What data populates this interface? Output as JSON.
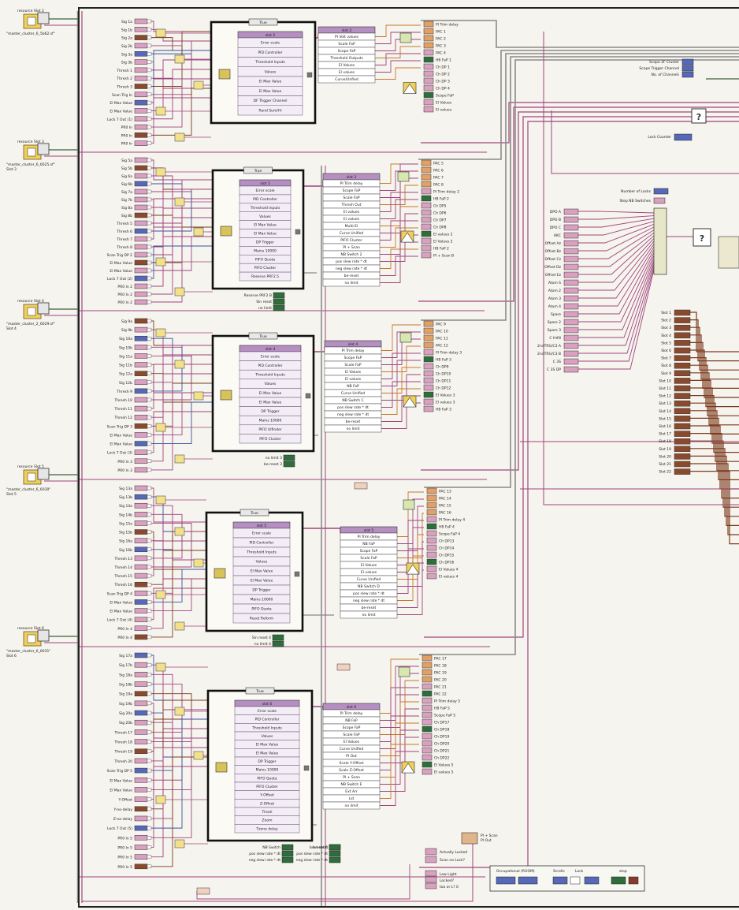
{
  "colors": {
    "background": "#f6f4ee",
    "wire_pink": "#a0457e",
    "wire_green": "#5a7a5a",
    "wire_blue": "#3a4fa0",
    "wire_orange": "#c7782e",
    "wire_brown": "#7a3b1e",
    "wire_gray": "#8a8a8a",
    "frame": "#222222",
    "terminal_pink": "#d9a0c0",
    "terminal_blue": "#5668b8",
    "terminal_green": "#2f6e3c",
    "terminal_orange": "#e2a066",
    "terminal_brown": "#8a4a2c"
  },
  "slots": [
    {
      "ref": "resource Slot 2",
      "path": "\"master_cluster_6_5b62.sf\"",
      "extra": ""
    },
    {
      "ref": "resource Slot 3",
      "path": "\"master_cluster_6_6025.sf\"",
      "extra": "Slot 3"
    },
    {
      "ref": "resource Slot 4",
      "path": "\"master_cluster_2_6029.sf\"",
      "extra": "Slot 4"
    },
    {
      "ref": "resource Slot 5",
      "path": "\"master_cluster_6_6030\"",
      "extra": "Slot 5"
    },
    {
      "ref": "resource Slot 6",
      "path": "\"master_cluster_6_6031\"",
      "extra": "Slot 6"
    }
  ],
  "blocks": [
    {
      "inputs": [
        "Sig 1a",
        "Sig 1b",
        "Sig 2a",
        "Sig 2b",
        "Sig 3a",
        "Sig 3b",
        "Thresh 1",
        "Thresh 2",
        "Thresh 3",
        "Scan Trig In",
        "El Max Value",
        "El Max Value",
        "Lock 7 Out (1)",
        "PR0 In",
        "PR0 In",
        "PR0 In"
      ],
      "case_label": "True",
      "cluster_title": "slot 2",
      "cluster_fields": [
        "Error scale",
        "PID Controller",
        "Threshold Inputs",
        "Values",
        "El Max Value",
        "El Max Value",
        "DF Trigger Channel",
        "Rand Sum/Hi"
      ],
      "unbundle_title": "slot 2",
      "unbundle_fields": [
        "PI Volt values",
        "Scale FaP",
        "Scope FaP",
        "Threshold Outputs",
        "El Values",
        "El values",
        "Curve/Unfied"
      ],
      "outputs": [
        "PI Trim delay",
        "PAC 1",
        "PAC 2",
        "PAC 3",
        "PAC 4",
        "HB FaP 1",
        "Ch DP 1",
        "Ch DP 2",
        "Ch DP 3",
        "Ch DP 4",
        "Scope FaP",
        "El Values",
        "El values"
      ]
    },
    {
      "inputs": [
        "Sig 5a",
        "Sig 5b",
        "Sig 6a",
        "Sig 6b",
        "Sig 7a",
        "Sig 7b",
        "Sig 8a",
        "Sig 8b",
        "Thresh 5",
        "Thresh 6",
        "Thresh 7",
        "Thresh 8",
        "Scan Trig DP 2",
        "El Max Value",
        "El Max Value",
        "Lock 7 Out (2)",
        "PR0 In 2",
        "PR0 In 2",
        "PR0 In 2"
      ],
      "case_label": "True",
      "cluster_title": "slot 3",
      "cluster_fields": [
        "Error scale",
        "PID Controller",
        "Threshold Inputs",
        "Values",
        "El Max Value",
        "El Max Value",
        "DP Trigger",
        "Mains 10000",
        "PIFO Quota",
        "PIFO Cluster",
        "Reserve PRF2.5"
      ],
      "unbundle_title": "slot 3",
      "unbundle_fields": [
        "PI Trim delay",
        "Scope FaP",
        "Scale FaP",
        "Thresh Out",
        "El values",
        "El values",
        "Multi-El",
        "Curve Unified",
        "PIFO Cluster",
        "PI + Scan",
        "NB Switch 2",
        "pos slew rate * dt",
        "neg slew rate * dt",
        "be-reset",
        "no limit"
      ],
      "outputs": [
        "PAC 5",
        "PAC 6",
        "PAC 7",
        "PAC 8",
        "PI Trim delay 2",
        "HB FaP 2",
        "Ch DP5",
        "Ch DP6",
        "Ch DP7",
        "Ch DP8",
        "El values 2",
        "El Values 2",
        "HB FaP 2",
        "PI + Scan B"
      ],
      "side_labels": [
        "Reserve PRF2 B",
        "Sin reset",
        "no limit"
      ]
    },
    {
      "inputs": [
        "Sig 9a",
        "Sig 9b",
        "Sig 10a",
        "Sig 10b",
        "Sig 11a",
        "Sig 11b",
        "Sig 12a",
        "Sig 12b",
        "Thresh 9",
        "Thresh 10",
        "Thresh 11",
        "Thresh 12",
        "Scan Trig DP 3",
        "El Max Value",
        "El Max Value",
        "Lock 7 Out (3)",
        "PR0 In 3",
        "PR0 In 3"
      ],
      "case_label": "True",
      "cluster_title": "slot 4",
      "cluster_fields": [
        "Error scale",
        "PID Controller",
        "Threshold Inputs",
        "Values",
        "El Max Value",
        "El Max Value",
        "DP Trigger",
        "Mains 10000",
        "PIFO Ulfinder",
        "PIFO Cluster"
      ],
      "unbundle_title": "slot 4",
      "unbundle_fields": [
        "PI Trim delay",
        "Scope FaP",
        "Scale FaP",
        "El Values",
        "El values",
        "NB FaP",
        "Curve Unified",
        "NB Switch C",
        "pos slew rate * dt",
        "neg slew rate * dt",
        "be-reset",
        "no limit"
      ],
      "outputs": [
        "PAC 9",
        "PAC 10",
        "PAC 11",
        "PAC 12",
        "PI Trim delay 3",
        "HB FaP 3",
        "Ch DP9",
        "Ch DP10",
        "Ch DP11",
        "Ch DP12",
        "El Values 3",
        "El values 3",
        "HB FaP 3"
      ],
      "side_labels": [
        "no limit 3",
        "be-reset 3"
      ]
    },
    {
      "inputs": [
        "Sig 13a",
        "Sig 13b",
        "Sig 14a",
        "Sig 14b",
        "Sig 15a",
        "Sig 15b",
        "Sig 16a",
        "Sig 16b",
        "Thresh 13",
        "Thresh 14",
        "Thresh 15",
        "Thresh 16",
        "Scan Trig DP 4",
        "El Max Value",
        "El Max Value",
        "Lock 7 Out (4)",
        "PR0 In 4",
        "PR0 In 4"
      ],
      "case_label": "True",
      "cluster_title": "slot 5",
      "cluster_fields": [
        "Error scale",
        "PID Controller",
        "Threshold Inputs",
        "Values",
        "El Max Value",
        "El Max Value",
        "DP Trigger",
        "Mains 10000",
        "PIFO Quota",
        "Reset Reform"
      ],
      "unbundle_title": "slot 5",
      "unbundle_fields": [
        "PI Trim delay",
        "NB FaP",
        "Scope FaP",
        "Scale FaP",
        "El Values",
        "El values",
        "Curve Unified",
        "NB Switch D",
        "pos slew rate * dt",
        "neg slew rate * dt",
        "be-reset",
        "no limit"
      ],
      "outputs": [
        "PAC 13",
        "PAC 14",
        "PAC 15",
        "PAC 16",
        "PI Trim delay 4",
        "HB FaP 4",
        "Scope FaP 4",
        "Ch DP13",
        "Ch DP14",
        "Ch DP15",
        "Ch DP16",
        "El Values 4",
        "El values 4"
      ],
      "side_labels": [
        "Sin reset 4",
        "no limit 4"
      ]
    },
    {
      "inputs": [
        "Sig 17a",
        "Sig 17b",
        "Sig 18a",
        "Sig 18b",
        "Sig 19a",
        "Sig 19b",
        "Sig 20a",
        "Sig 20b",
        "Thresh 17",
        "Thresh 18",
        "Thresh 19",
        "Thresh 20",
        "Scan Trig DP 5",
        "El Max Value",
        "El Max Value",
        "Y-Offset",
        "Y-no-delay",
        "Z-no-delay",
        "Lock 7 Out (5)",
        "PR0 In 5",
        "PR0 In 5",
        "PR0 In 5",
        "PR0 In 5"
      ],
      "case_label": "True",
      "cluster_title": "slot 6",
      "cluster_fields": [
        "Error scale",
        "PID Controller",
        "Threshold Inputs",
        "Values",
        "El Max Value",
        "El Max Value",
        "DP Trigger",
        "Mains 10000",
        "PIFO Quota",
        "PIFO Cluster",
        "Y-Offset",
        "Z-Offset",
        "Tinsel",
        "Zoom",
        "Tzone delay"
      ],
      "unbundle_title": "slot 6",
      "unbundle_fields": [
        "PI Trim delay",
        "NB FaP",
        "Scope FaP",
        "Scale FaP",
        "El Values",
        "Curve Unified",
        "PI Out",
        "Scale Y-Offset",
        "Scale Z-Offset",
        "PI + Scan",
        "NB Switch E",
        "Ext Arr",
        "Lst",
        "no limit"
      ],
      "outputs": [
        "PAC 17",
        "PAC 18",
        "PAC 19",
        "PAC 20",
        "PAC 21",
        "PAC 22",
        "PI Trim delay 5",
        "HB FaP 5",
        "Scope FaP 5",
        "Ch DP17",
        "Ch DP18",
        "Ch DP19",
        "Ch DP20",
        "Ch DP21",
        "Ch DP22",
        "El Values 5",
        "El values 5"
      ],
      "side_labels": [
        "NB Switch",
        "pos slew rate * dt",
        "neg slew rate * dt",
        "be-reset 5",
        "pos slew rate * dt",
        "neg slew rate * dt",
        "be-reset"
      ]
    }
  ],
  "right_panel": {
    "top_labels": [
      "Scope 2F Cluster",
      "Scope Trigger Channel",
      "No. of Channels"
    ],
    "lock_counter": "Lock Counter",
    "case_symbol": "?",
    "number_locks": "Number of Locks",
    "step_nb": "Step NB Switches",
    "dpo_list": [
      "DPO A",
      "DPO B",
      "DPO C",
      "HKC",
      "Offset Az",
      "Offset Bz",
      "Offset Cz",
      "Offset Dz",
      "Offset Ez",
      "Atom S",
      "Atom 2",
      "Atom 3",
      "Atom 4",
      "Spare",
      "Spare 2",
      "Spare 3",
      "C H#8",
      "2ndTRG/C3 A",
      "2ndTRG/C3 B",
      "C 3S",
      "C 3S DP"
    ],
    "slot_list": [
      "Slot 1",
      "Slot 2",
      "Slot 3",
      "Slot 4",
      "Slot 5",
      "Slot 6",
      "Slot 7",
      "Slot 8",
      "Slot 9",
      "Slot 10",
      "Slot 11",
      "Slot 12",
      "Slot 13",
      "Slot 14",
      "Slot 15",
      "Slot 16",
      "Slot 17",
      "Slot 18",
      "Slot 19",
      "Slot 20",
      "Slot 21",
      "Slot 22"
    ]
  },
  "bottom": {
    "pi_scan": [
      "PI + Scan",
      "PI Out"
    ],
    "actually_locked": "Actually Locked",
    "scan_no_lock": "Scan no Lock?",
    "low_light": [
      "Low Light",
      "Locked?",
      "too or L? 0"
    ],
    "legend": {
      "left": "Occupational (ROOM)",
      "mid1": "Scrolls",
      "mid2": "Lock",
      "right": "stop"
    }
  }
}
